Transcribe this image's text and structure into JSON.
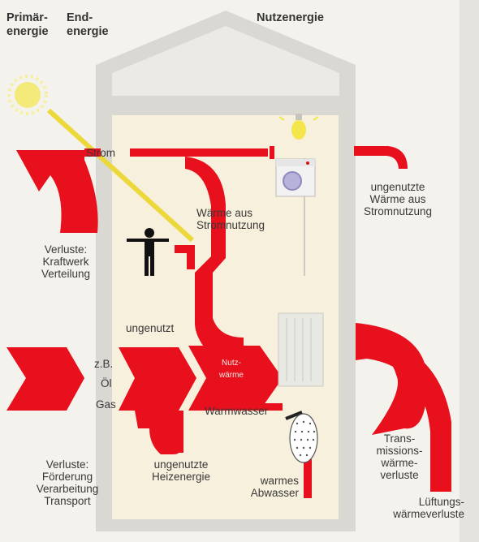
{
  "headers": {
    "primary": "Primär-\nenergie",
    "final": "End-\nenergie",
    "useful": "Nutzenergie"
  },
  "labels": {
    "strom": "Strom",
    "waerme_stromnutzung": "Wärme aus\nStromnutzung",
    "ungenutzte_waerme": "ungenutzte\nWärme aus\nStromnutzung",
    "verluste_kraftwerk": "Verluste:\nKraftwerk\nVerteilung",
    "ungenutzt": "ungenutzt",
    "zb": "z.B.",
    "oel": "Öl",
    "gas": "Gas",
    "nutz_arrow": "Nutz-\nwärme",
    "warmwasser": "Warmwasser",
    "verluste_foerderung": "Verluste:\nFörderung\nVerarbeitung\nTransport",
    "ungenutzte_heiz": "ungenutzte\nHeizenergie",
    "warmes_abwasser": "warmes\nAbwasser",
    "transmission": "Trans-\nmissions-\nwärme-\nverluste",
    "lueftung": "Lüftungs-\nwärmeverluste"
  },
  "colors": {
    "flow": "#e8101c",
    "house_wall": "#d9d8d3",
    "interior": "#f7f0dd",
    "sun": "#f3ea7a",
    "ray": "#ecd83a",
    "text": "#3a3838"
  },
  "icons": [
    "sun-icon",
    "person-icon",
    "lightbulb-icon",
    "washing-machine-icon",
    "radiator-icon",
    "shower-icon"
  ]
}
